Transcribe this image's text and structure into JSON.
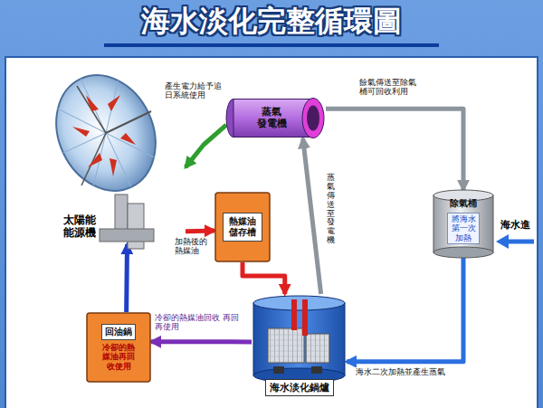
{
  "diagram": {
    "title": "海水淡化完整循環圖",
    "nodes": [
      {
        "text": [
          "蒸氣 發電機"
        ]
      },
      {
        "text": [
          "除氣桶",
          "將海水 第一次 加熱"
        ]
      },
      {
        "text": [
          "太陽能 能源機"
        ]
      },
      {
        "text": [
          "熱媒油 儲存槽"
        ]
      },
      {
        "text": [
          "回油鍋",
          "冷卻的熱 媒油再回 收使用"
        ]
      },
      {
        "text": [
          "海水淡化鍋爐"
        ]
      }
    ],
    "edges": [
      {
        "from": 0,
        "to": 2,
        "arrow": "to",
        "label": "產生電力給予追 日系統使用"
      },
      {
        "from": 2,
        "to": 3,
        "arrow": "to",
        "label": "加熱後的 熱媒油"
      },
      {
        "from": 3,
        "to": 5,
        "arrow": "to"
      },
      {
        "from": 5,
        "to": 4,
        "arrow": "to",
        "label": "冷卻的熱媒油回收 再回再使用"
      },
      {
        "from": 4,
        "to": 2,
        "arrow": "to"
      },
      {
        "from": 5,
        "to": 0,
        "arrow": "to",
        "label": "蒸氣傳送至發電機"
      },
      {
        "from": 0,
        "to": 1,
        "arrow": "to",
        "label": "餘氣傳送至除氣 桶可回收利用"
      },
      {
        "from": 1,
        "to": 5,
        "arrow": "to",
        "label": "海水二次加熱並產生蒸氣"
      }
    ],
    "labels": [
      "海水進"
    ]
  }
}
